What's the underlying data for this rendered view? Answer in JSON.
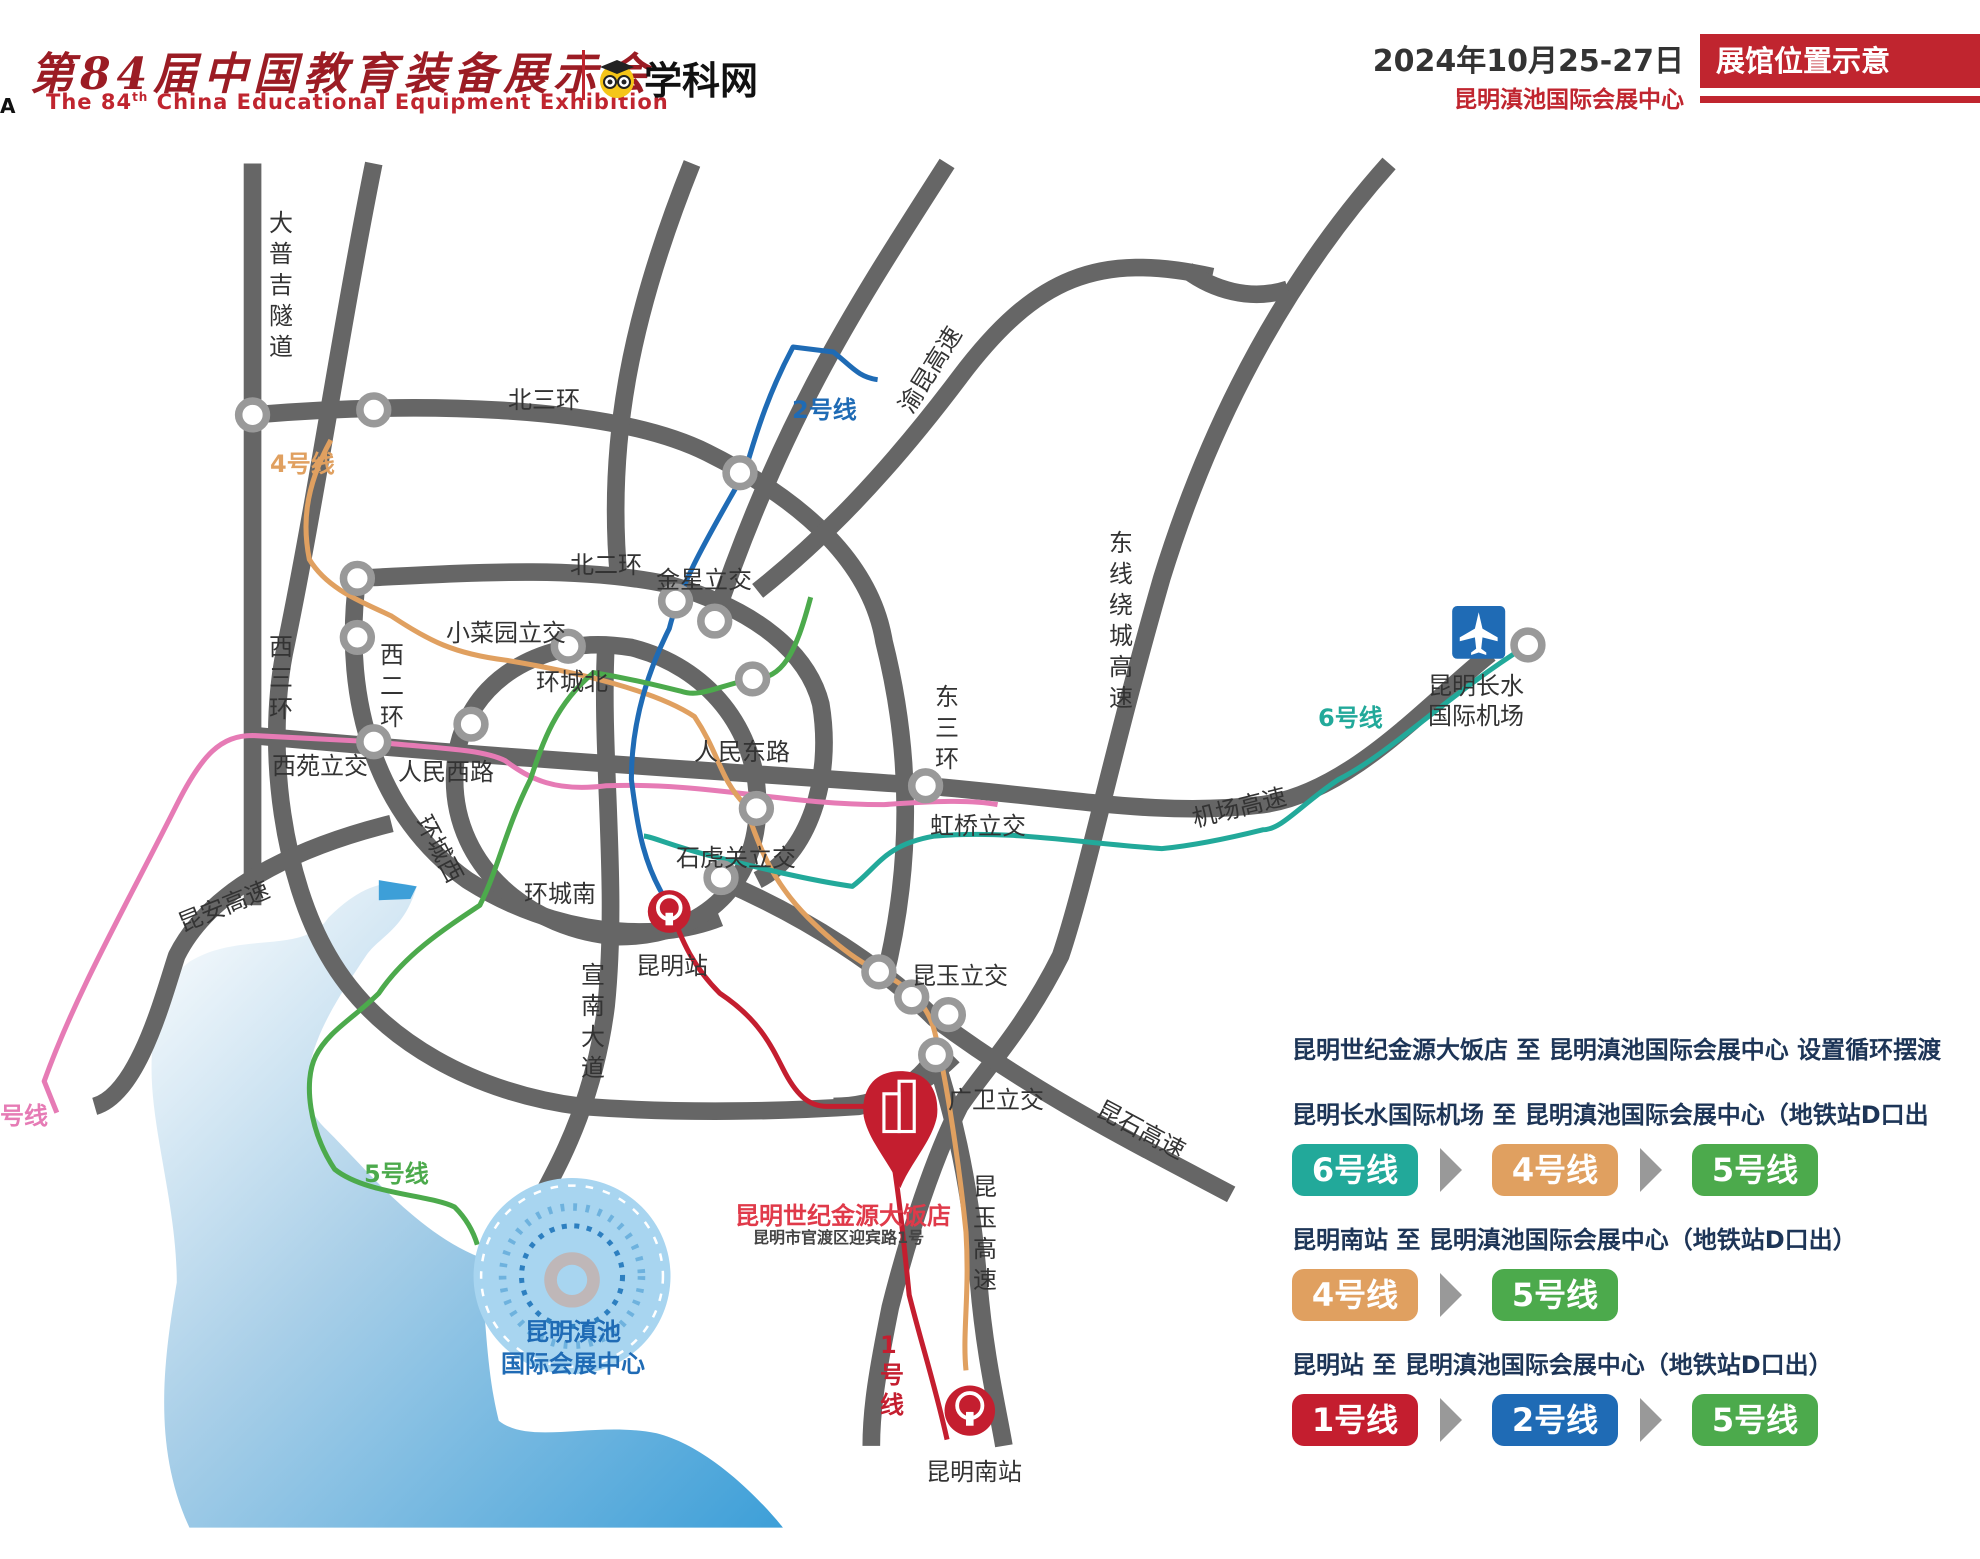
{
  "header": {
    "title": "第84届中国教育装备展示会",
    "subtitle_pre": "The 84",
    "subtitle_sup": "th",
    "subtitle_post": " China  Educational  Equipment  Exhibition",
    "left_edge_letter": "A",
    "logo_text": "学科网",
    "date": "2024年10月25-27日",
    "venue": "昆明滇池国际会展中心",
    "badge": "展馆位置示意"
  },
  "map": {
    "roads": {
      "dapuji": "大普吉隧道",
      "beisanhuan": "北三环",
      "yukun": "渝昆高速",
      "beierhuan": "北二环",
      "jinxing": "金星立交",
      "xiaocaiyuan": "小菜园立交",
      "huanchengbei": "环城北",
      "xisanhuan": "西三环",
      "xierhuan": "西二环",
      "xiyuan": "西苑立交",
      "renminxilu": "人民西路",
      "renmindonglu": "人民东路",
      "dongsanhuan": "东三环",
      "dongxian": "东线绕城高速",
      "jichang": "机场高速",
      "hongqiao": "虹桥立交",
      "huanchengxi": "环城西",
      "shihuguan": "石虎关立交",
      "kunan": "昆安高速",
      "huanchengnan": "环城南",
      "xuannan": "宣南大道",
      "kunyu_lijiao": "昆玉立交",
      "guangwei": "广卫立交",
      "kunshi": "昆石高速",
      "kunyu_gaosu": "昆玉高速"
    },
    "stations": {
      "kunming": "昆明站",
      "kunmingnan": "昆明南站",
      "airport_1": "昆明长水",
      "airport_2": "国际机场"
    },
    "metro_labels": {
      "line1": "1号线",
      "line2": "2号线",
      "line4": "4号线",
      "line5": "5号线",
      "line6": "6号线",
      "line3_partial": "号线"
    },
    "venue_1": "昆明滇池",
    "venue_2": "国际会展中心",
    "hotel_name": "昆明世纪金源大饭店",
    "hotel_address": "昆明市官渡区迎宾路1号"
  },
  "colors": {
    "line1": "#c41e2f",
    "line2": "#1f6bb5",
    "line4": "#e0a060",
    "line5": "#4caa4c",
    "line6": "#22a99a",
    "line3": "#e67bb5",
    "road": "#666666",
    "brand": "#c0252f"
  },
  "routes": [
    {
      "title": "昆明世纪金源大饭店 至 昆明滇池国际会展中心 设置循环摆渡",
      "chips": []
    },
    {
      "title": "昆明长水国际机场 至 昆明滇池国际会展中心（地铁站D口出",
      "chips": [
        {
          "label": "6号线",
          "color": "#22a99a"
        },
        {
          "label": "4号线",
          "color": "#e0a060"
        },
        {
          "label": "5号线",
          "color": "#4caa4c"
        }
      ]
    },
    {
      "title": "昆明南站 至 昆明滇池国际会展中心（地铁站D口出）",
      "chips": [
        {
          "label": "4号线",
          "color": "#e0a060"
        },
        {
          "label": "5号线",
          "color": "#4caa4c"
        }
      ]
    },
    {
      "title": "昆明站 至 昆明滇池国际会展中心（地铁站D口出）",
      "chips": [
        {
          "label": "1号线",
          "color": "#c41e2f"
        },
        {
          "label": "2号线",
          "color": "#1f6bb5"
        },
        {
          "label": "5号线",
          "color": "#4caa4c"
        }
      ]
    }
  ]
}
